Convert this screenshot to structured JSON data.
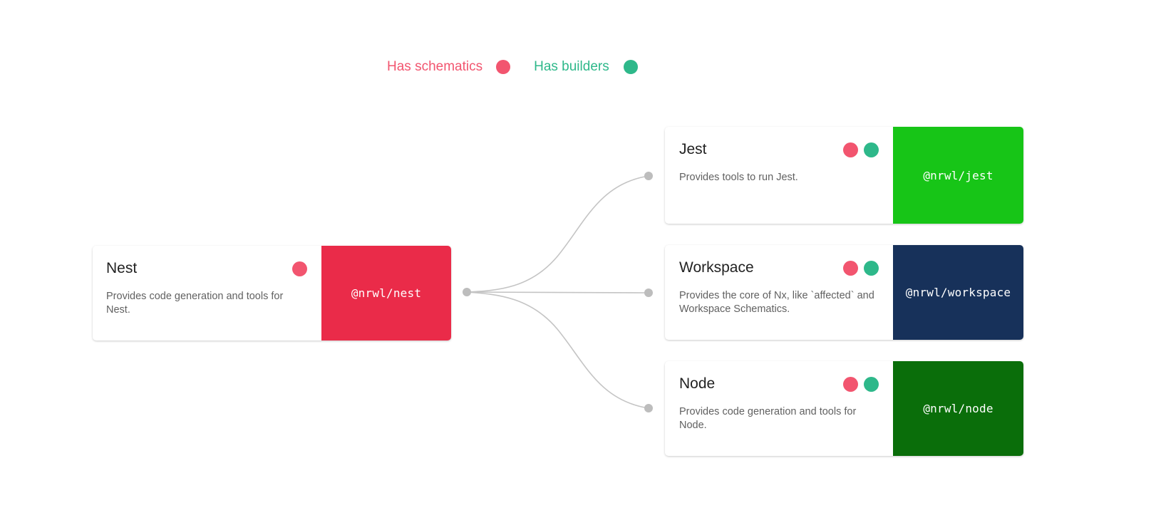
{
  "legend": {
    "schematics": {
      "label": "Has schematics",
      "color": "#f2556f",
      "icon": "filled-circle-icon"
    },
    "builders": {
      "label": "Has builders",
      "color": "#2eb88a",
      "icon": "filled-circle-icon"
    }
  },
  "graph": {
    "edge_color": "#c4c4c4",
    "edge_dot_color": "#bdbdbd",
    "source_node": "nest",
    "edges": [
      {
        "from": "nest",
        "to": "jest"
      },
      {
        "from": "nest",
        "to": "workspace"
      },
      {
        "from": "nest",
        "to": "node"
      }
    ]
  },
  "cards": [
    {
      "id": "nest",
      "title": "Nest",
      "description": "Provides code generation and tools for Nest.",
      "package": "@nrwl/nest",
      "banner_color": "#ea2b49",
      "has_schematics": true,
      "has_builders": false
    },
    {
      "id": "jest",
      "title": "Jest",
      "description": "Provides tools to run Jest.",
      "package": "@nrwl/jest",
      "banner_color": "#17c517",
      "has_schematics": true,
      "has_builders": true
    },
    {
      "id": "workspace",
      "title": "Workspace",
      "description": "Provides the core of Nx, like `affected` and Workspace Schematics.",
      "package": "@nrwl/workspace",
      "banner_color": "#17315a",
      "has_schematics": true,
      "has_builders": true
    },
    {
      "id": "node",
      "title": "Node",
      "description": "Provides code generation and tools for Node.",
      "package": "@nrwl/node",
      "banner_color": "#0a6e0a",
      "has_schematics": true,
      "has_builders": true
    }
  ]
}
